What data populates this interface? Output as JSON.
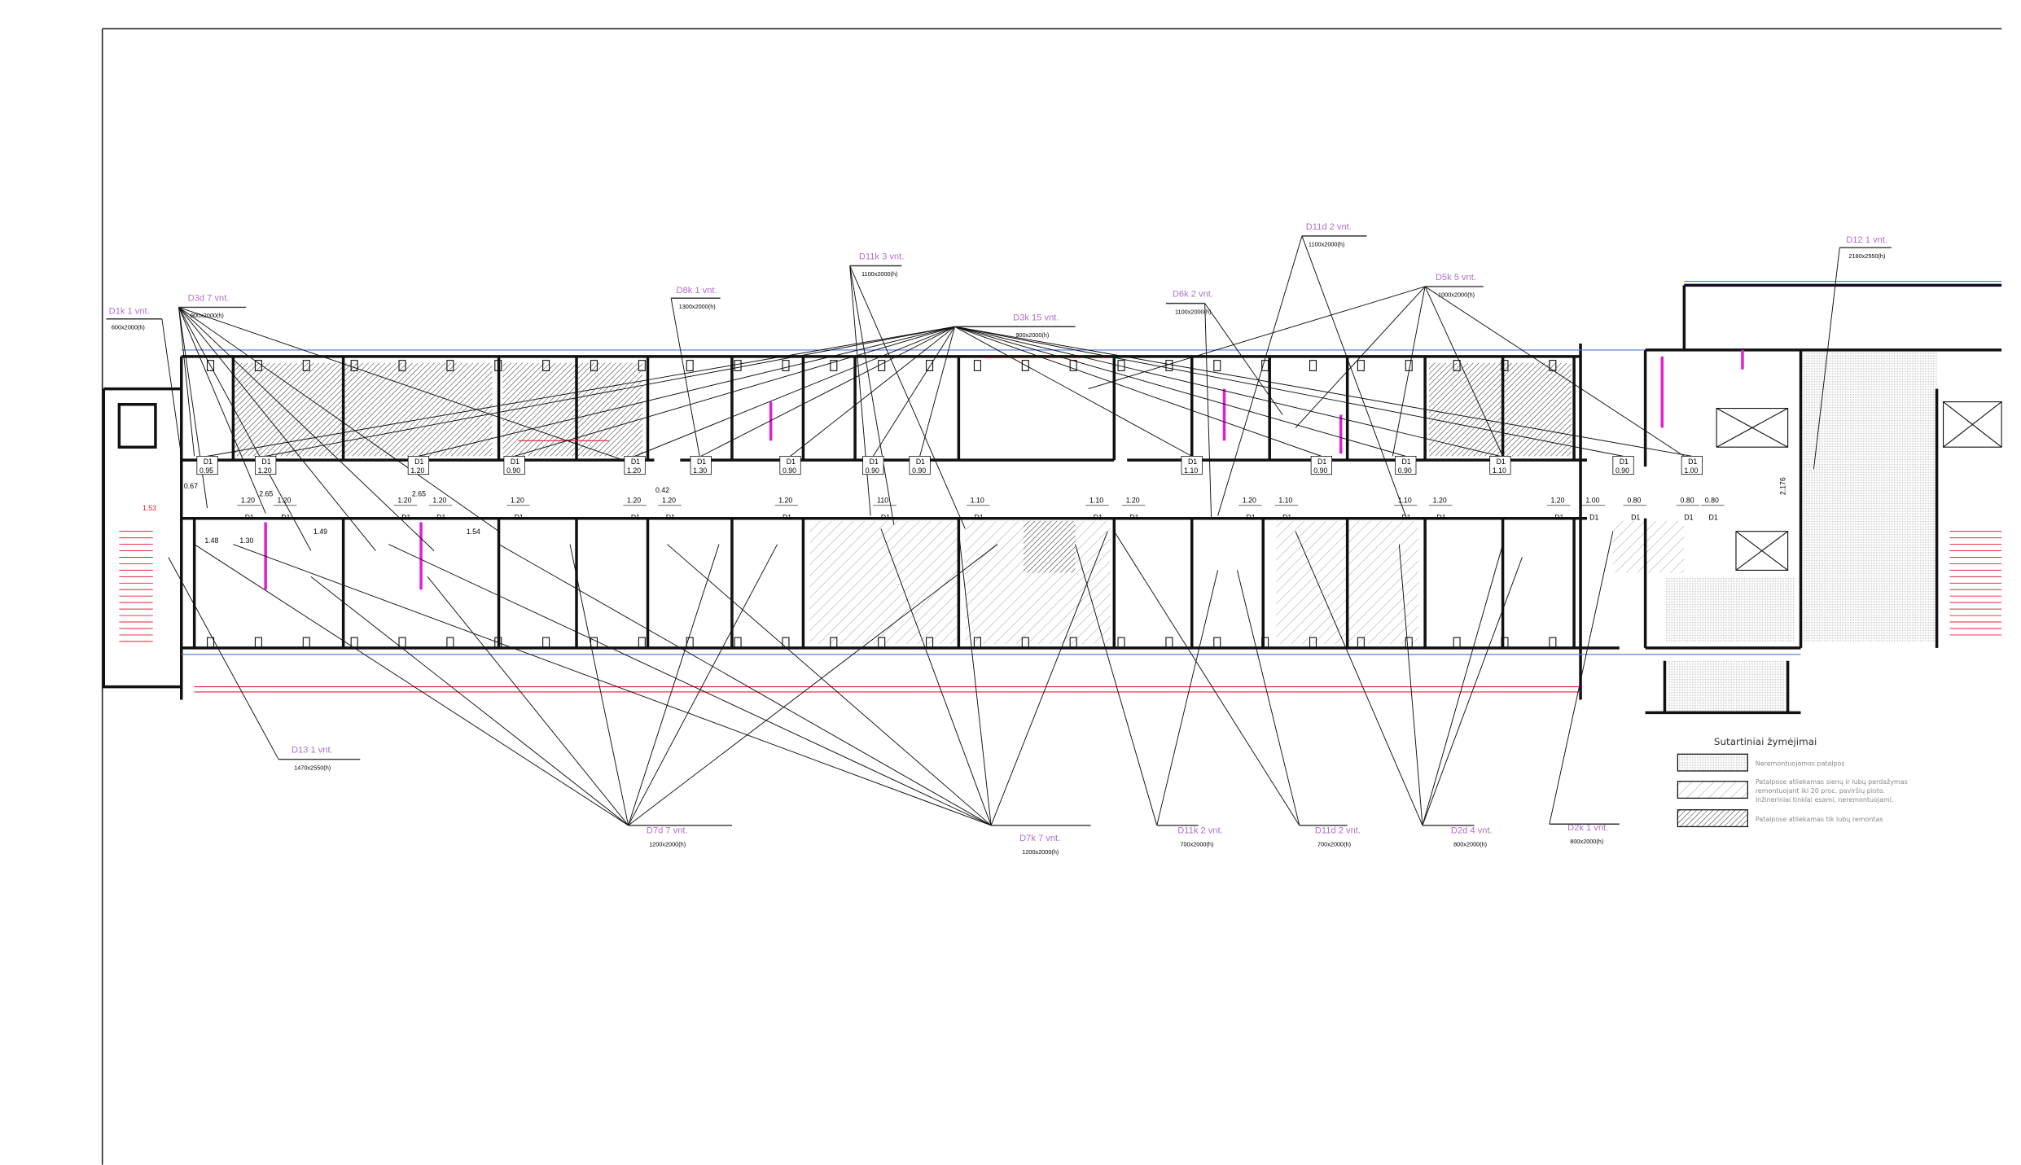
{
  "drawing": {
    "door_labels": [
      {
        "id": "D1k",
        "name": "D1k  1 vnt.",
        "size": "600x2000(h)"
      },
      {
        "id": "D3d",
        "name": "D3d  7 vnt.",
        "size": "900x2000(h)"
      },
      {
        "id": "D8k",
        "name": "D8k  1 vnt.",
        "size": "1300x2000(h)"
      },
      {
        "id": "D11k-top",
        "name": "D11k 3 vnt.",
        "size": "1100x2000(h)"
      },
      {
        "id": "D3k",
        "name": "D3k 15 vnt.",
        "size": "900x2000(h)"
      },
      {
        "id": "D11d-top",
        "name": "D11d 2 vnt.",
        "size": "1100x2000(h)"
      },
      {
        "id": "D6k",
        "name": "D6k  2 vnt.",
        "size": "1100x2000(h)"
      },
      {
        "id": "D5k",
        "name": "D5k  5 vnt.",
        "size": "1000x2000(h)"
      },
      {
        "id": "D12",
        "name": "D12  1 vnt.",
        "size": "2180x2550(h)"
      },
      {
        "id": "D13",
        "name": "D13  1 vnt.",
        "size": "1470x2550(h)"
      },
      {
        "id": "D7d",
        "name": "D7d  7 vnt.",
        "size": "1200x2000(h)"
      },
      {
        "id": "D7k",
        "name": "D7k  7 vnt.",
        "size": "1200x2000(h)"
      },
      {
        "id": "D11k-bot",
        "name": "D11k 2 vnt.",
        "size": "700x2000(h)"
      },
      {
        "id": "D11d-bot",
        "name": "D11d 2 vnt.",
        "size": "700x2000(h)"
      },
      {
        "id": "D2d",
        "name": "D2d  4 vnt.",
        "size": "800x2000(h)"
      },
      {
        "id": "D2k",
        "name": "D2k  1 vnt.",
        "size": "800x2000(h)"
      }
    ],
    "door_tags_upper": [
      "0.95",
      "1.20",
      "1.20",
      "0.90",
      "1.20",
      "1.30",
      "0.90",
      "0.90",
      "0.90",
      "1.10",
      "0.90",
      "0.90",
      "1.10",
      "0.90",
      "1.00"
    ],
    "door_tags_lower": [
      "1.20",
      "1.20",
      "1.20",
      "1.20",
      "1.20",
      "1.20",
      "1.20",
      "1.20",
      "110",
      "1.10",
      "1.10",
      "1.20",
      "1.20",
      "1.10",
      "1.10",
      "1.20",
      "1.20",
      "1.00",
      "0.80",
      "0.80",
      "0.80"
    ],
    "door_type_code": "D1",
    "dimensions": [
      "1.53",
      "1.48",
      "1.30",
      "2.65",
      "2.65",
      "1.49",
      "1.54",
      "0.67",
      "0.42",
      "2.176"
    ]
  },
  "legend": {
    "title": "Sutartiniai žymėjimai",
    "items": [
      {
        "pattern": "dots",
        "text": [
          "Neremontuojamos patalpos"
        ]
      },
      {
        "pattern": "light-hatch",
        "text": [
          "Patalpose atliekamas sienų ir lubų perdažymas",
          "remontuojant iki 20 proc. paviršių ploto.",
          "Inžineriniai tinklai esami, neremontuojami."
        ]
      },
      {
        "pattern": "dense-hatch",
        "text": [
          "Patalpose atliekamas tik lubų remontas"
        ]
      }
    ]
  },
  "colors": {
    "label": "#b070c8",
    "wall": "#111111",
    "window": "#4a78d0",
    "dimension_red": "#e0203a",
    "new_wall": "#e020d0"
  }
}
